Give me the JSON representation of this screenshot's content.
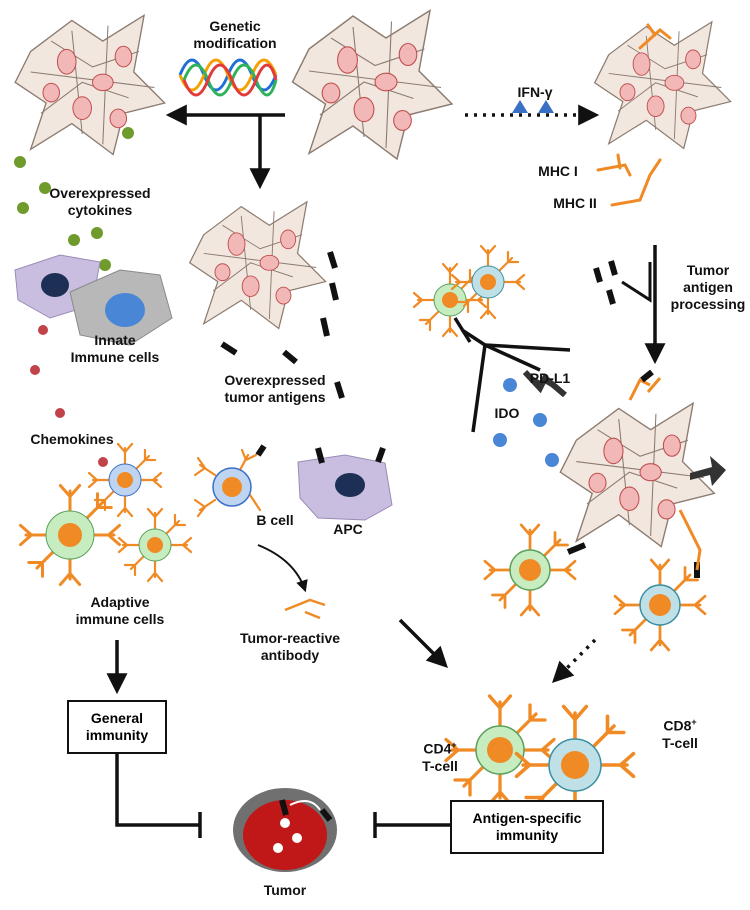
{
  "labels": {
    "genetic_modification": [
      "Genetic",
      "modification"
    ],
    "ifn": "IFN-γ",
    "mhc1": "MHC I",
    "mhc2": "MHC II",
    "overexpressed_cytokines": [
      "Overexpressed",
      "cytokines"
    ],
    "tumor_antigen_processing": [
      "Tumor",
      "antigen",
      "processing"
    ],
    "innate_immune_cells": [
      "Innate",
      "Immune cells"
    ],
    "overexpressed_tumor_antigens": [
      "Overexpressed",
      "tumor antigens"
    ],
    "pd_l1": "PD-L1",
    "ido": "IDO",
    "chemokines": "Chemokines",
    "b_cell": "B cell",
    "apc": "APC",
    "adaptive_immune_cells": [
      "Adaptive",
      "immune cells"
    ],
    "tumor_reactive_antibody": [
      "Tumor-reactive",
      "antibody"
    ],
    "cd4_tcell": [
      "CD4",
      "+",
      "T-cell"
    ],
    "cd8_tcell": [
      "CD8",
      "+",
      "T-cell"
    ],
    "tumor": "Tumor"
  },
  "boxes": {
    "general_immunity": [
      "General",
      "immunity"
    ],
    "antigen_specific_immunity": [
      "Antigen-specific",
      "immunity"
    ]
  },
  "colors": {
    "cell_fill": "#efe3d8",
    "nucleus": "#f2b8b8",
    "tcell_orange": "#f08a24",
    "cytokine_green": "#6f9b2c",
    "chemokine_red": "#c0434a",
    "ido_blue": "#4a86d6",
    "tumor_red": "#c01818",
    "apc_purple": "#c9bde0",
    "innate_gray": "#b8b8b8"
  }
}
